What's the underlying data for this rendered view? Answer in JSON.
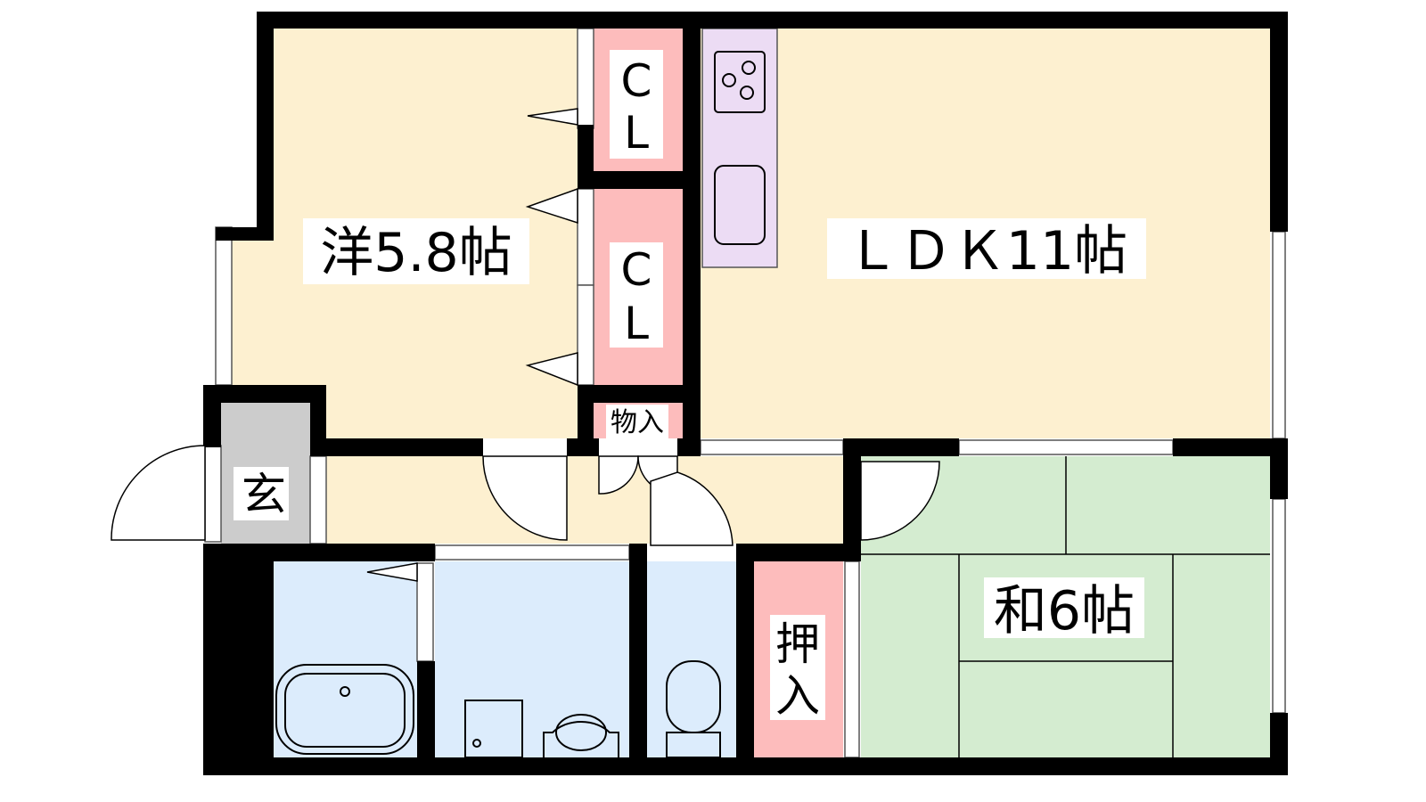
{
  "floorplan": {
    "rooms": {
      "western": "洋5.8帖",
      "ldk": "ＬＤＫ11帖",
      "japanese": "和6帖",
      "closet_1": [
        "C",
        "L"
      ],
      "closet_2": [
        "C",
        "L"
      ],
      "storage": "物入",
      "entrance": "玄",
      "oshiire": [
        "押",
        "入"
      ]
    },
    "colors": {
      "room": "#fdf0d0",
      "closet": "#fdbcbc",
      "kitchen": "#ecdcf4",
      "entrance": "#cccccc",
      "wet": "#dcecfc",
      "tatami": "#d4ecd0",
      "wall": "#000000"
    }
  }
}
